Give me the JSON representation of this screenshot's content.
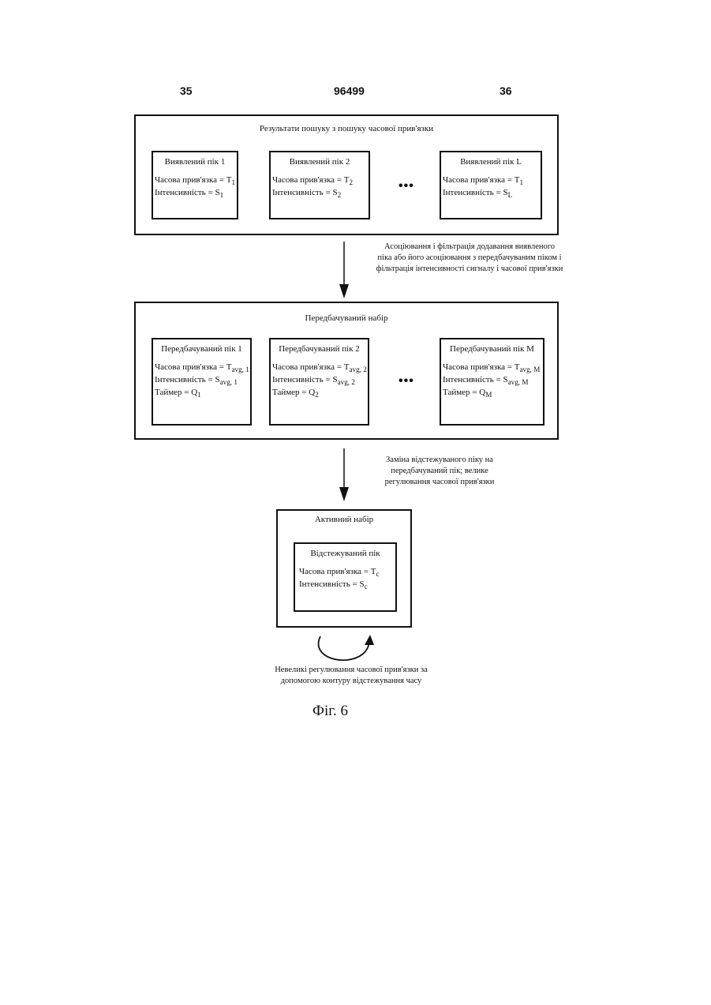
{
  "header": {
    "left": "35",
    "center": "96499",
    "right": "36"
  },
  "search_results": {
    "title": "Результати пошуку з пошуку часової прив'язки",
    "peaks": [
      {
        "title": "Виявлений пік 1",
        "line1_label": "Часова прив'язка = T",
        "line1_sub": "1",
        "line2_label": "Інтенсивність = S",
        "line2_sub": "1"
      },
      {
        "title": "Виявлений пік 2",
        "line1_label": "Часова прив'язка = T",
        "line1_sub": "2",
        "line2_label": "Інтенсивність = S",
        "line2_sub": "2"
      },
      {
        "title": "Виявлений пік L",
        "line1_label": "Часова прив'язка = T",
        "line1_sub": "1",
        "line2_label": "Інтенсивність = S",
        "line2_sub": "L"
      }
    ],
    "ellipsis": "•••"
  },
  "arrow1_caption": [
    "Асоціювання і фільтрація додавання виявленого",
    "піка або його асоціювання з передбачуваним піком і",
    "фільтрація інтенсивності сигналу і часової прив'язки"
  ],
  "predicted_set": {
    "title": "Передбачуваний набір",
    "peaks": [
      {
        "title": "Передбачуваний пік 1",
        "line1_label": "Часова прив'язка = T",
        "line1_sub": "avg, 1",
        "line2_label": "Інтенсивність = S",
        "line2_sub": "avg, 1",
        "line3_label": "Таймер = Q",
        "line3_sub": "1"
      },
      {
        "title": "Передбачуваний пік 2",
        "line1_label": "Часова прив'язка = T",
        "line1_sub": "avg, 2",
        "line2_label": "Інтенсивність = S",
        "line2_sub": "avg, 2",
        "line3_label": "Таймер = Q",
        "line3_sub": "2"
      },
      {
        "title": "Передбачуваний пік M",
        "line1_label": "Часова прив'язка = T",
        "line1_sub": "avg, M",
        "line2_label": "Інтенсивність = S",
        "line2_sub": "avg, M",
        "line3_label": "Таймер = Q",
        "line3_sub": "M"
      }
    ],
    "ellipsis": "•••"
  },
  "arrow2_caption": [
    "Заміна відстежуваного піку на",
    "передбачуваний пік; велике",
    "регулювання часової прив'язки"
  ],
  "active_set": {
    "title": "Активний набір",
    "tracked": {
      "title": "Відстежуваний пік",
      "line1_label": "Часова прив'язка = T",
      "line1_sub": "c",
      "line2_label": "Інтенсивність = S",
      "line2_sub": "c"
    }
  },
  "loop_caption": [
    "Невеликі регулювання часової прив'язки за",
    "допомогою контуру відстежування часу"
  ],
  "figure_label": "Фіг. 6"
}
